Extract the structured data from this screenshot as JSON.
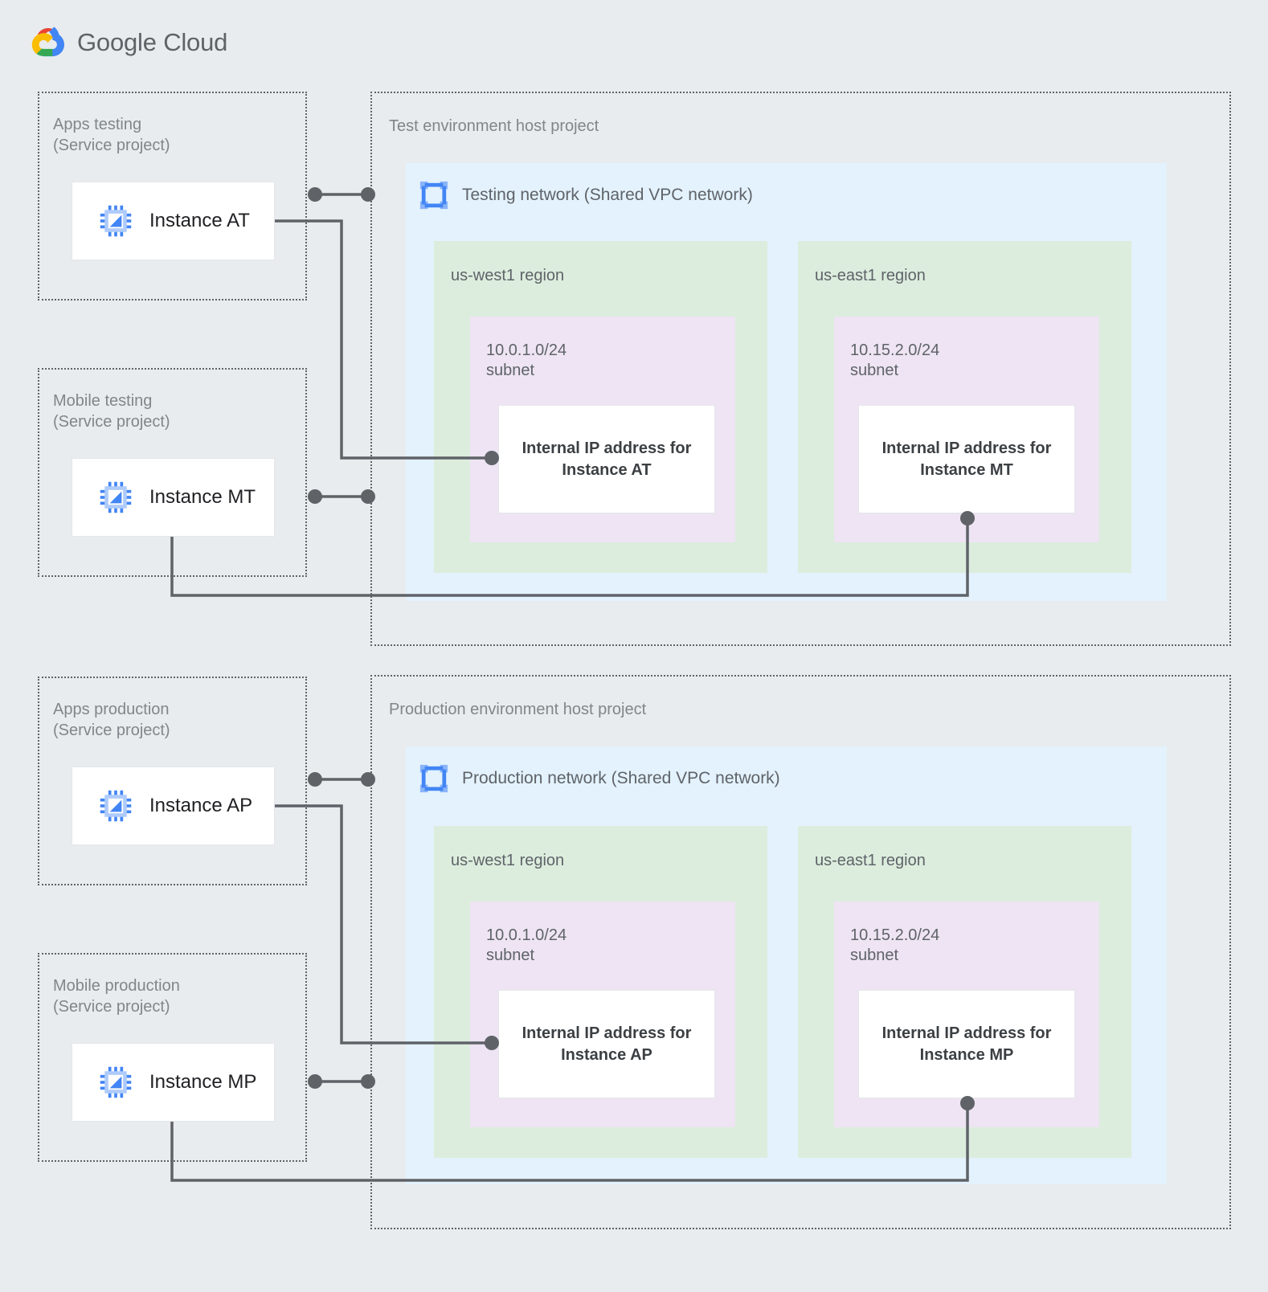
{
  "brand": {
    "name_bold": "Google",
    "name_light": "Cloud",
    "logo_icon": "google-cloud-logo",
    "colors": {
      "red": "#EA4335",
      "yellow": "#FBBC04",
      "green": "#34A853",
      "blue": "#4285F4"
    }
  },
  "palette": {
    "page_background": "#e8ecee",
    "vpc_background": "#e3f2fd",
    "region_background": "#dcedde",
    "subnet_background": "#eee4f3",
    "card_background": "#ffffff",
    "dotted_border": "#5f6368",
    "connector_line": "#5f6368",
    "label_text": "#80868b",
    "body_text": "#3c4043",
    "icon_blue": "#4285f4",
    "icon_blue_light": "#8ab4f8"
  },
  "service_projects": [
    {
      "id": "apps-testing",
      "label": "Apps testing\n(Service project)",
      "instance": {
        "name": "Instance AT",
        "icon": "compute-instance-icon"
      }
    },
    {
      "id": "mobile-testing",
      "label": "Mobile testing\n(Service project)",
      "instance": {
        "name": "Instance MT",
        "icon": "compute-instance-icon"
      }
    },
    {
      "id": "apps-production",
      "label": "Apps production\n(Service project)",
      "instance": {
        "name": "Instance AP",
        "icon": "compute-instance-icon"
      }
    },
    {
      "id": "mobile-production",
      "label": "Mobile production\n(Service project)",
      "instance": {
        "name": "Instance MP",
        "icon": "compute-instance-icon"
      }
    }
  ],
  "host_projects": [
    {
      "id": "test-environment",
      "label": "Test environment host project",
      "network": {
        "title": "Testing network (Shared VPC network)",
        "icon": "vpc-network-icon"
      },
      "regions": [
        {
          "id": "test-us-west1",
          "label": "us-west1 region",
          "subnet": {
            "cidr_label": "10.0.1.0/24\nsubnet",
            "ip_label": "Internal IP address for\nInstance AT"
          }
        },
        {
          "id": "test-us-east1",
          "label": "us-east1 region",
          "subnet": {
            "cidr_label": "10.15.2.0/24\nsubnet",
            "ip_label": "Internal IP address for\nInstance MT"
          }
        }
      ]
    },
    {
      "id": "production-environment",
      "label": "Production environment host project",
      "network": {
        "title": "Production network (Shared VPC network)",
        "icon": "vpc-network-icon"
      },
      "regions": [
        {
          "id": "prod-us-west1",
          "label": "us-west1 region",
          "subnet": {
            "cidr_label": "10.0.1.0/24\nsubnet",
            "ip_label": "Internal IP address for\nInstance AP"
          }
        },
        {
          "id": "prod-us-east1",
          "label": "us-east1 region",
          "subnet": {
            "cidr_label": "10.15.2.0/24\nsubnet",
            "ip_label": "Internal IP address for\nInstance MP"
          }
        }
      ]
    }
  ]
}
